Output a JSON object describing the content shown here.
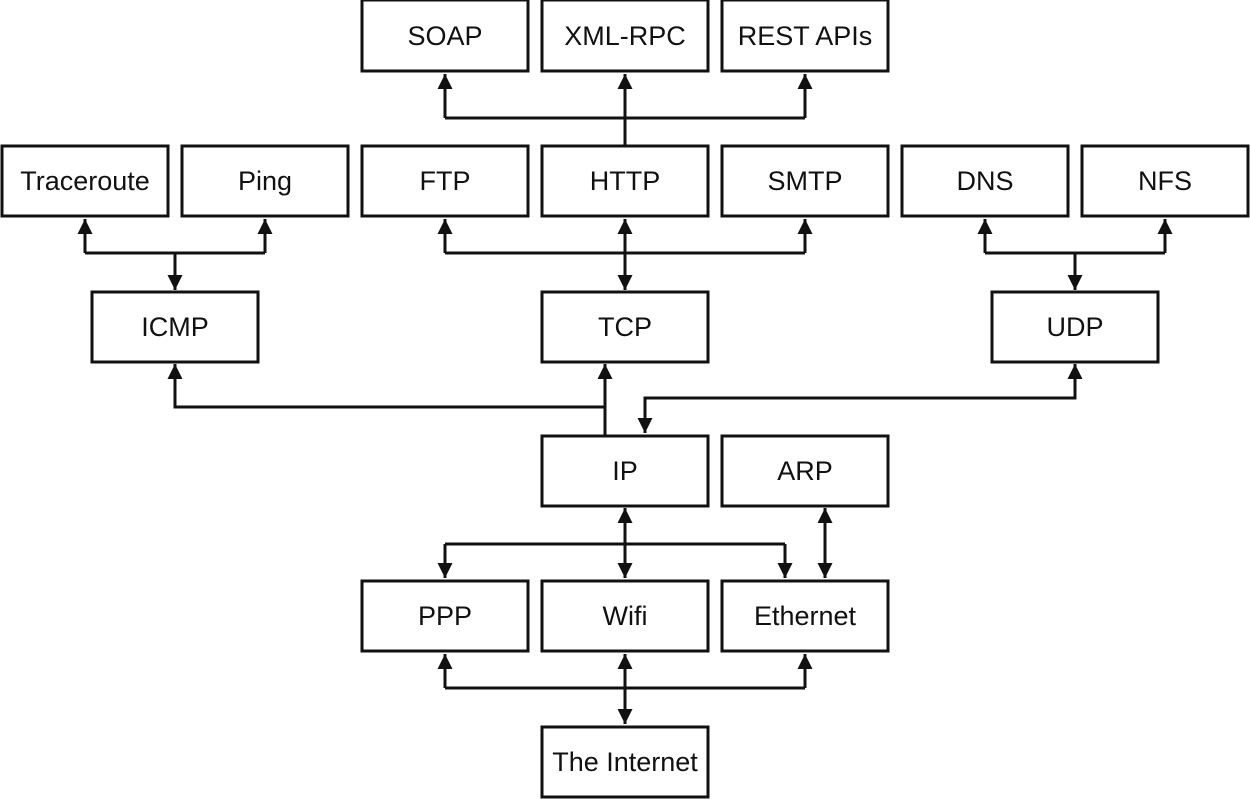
{
  "nodes": {
    "soap": "SOAP",
    "xml_rpc": "XML-RPC",
    "rest_apis": "REST APIs",
    "traceroute": "Traceroute",
    "ping": "Ping",
    "ftp": "FTP",
    "http": "HTTP",
    "smtp": "SMTP",
    "dns": "DNS",
    "nfs": "NFS",
    "icmp": "ICMP",
    "tcp": "TCP",
    "udp": "UDP",
    "ip": "IP",
    "arp": "ARP",
    "ppp": "PPP",
    "wifi": "Wifi",
    "ethernet": "Ethernet",
    "internet": "The Internet"
  },
  "edges": [
    {
      "from": "http",
      "to": "soap"
    },
    {
      "from": "http",
      "to": "xml_rpc"
    },
    {
      "from": "http",
      "to": "rest_apis"
    },
    {
      "from": "icmp",
      "to": "traceroute"
    },
    {
      "from": "icmp",
      "to": "ping"
    },
    {
      "from": "tcp",
      "to": "ftp"
    },
    {
      "from": "tcp",
      "to": "http"
    },
    {
      "from": "tcp",
      "to": "smtp"
    },
    {
      "from": "udp",
      "to": "dns"
    },
    {
      "from": "udp",
      "to": "nfs"
    },
    {
      "from": "ip",
      "to": "icmp"
    },
    {
      "from": "ip",
      "to": "tcp"
    },
    {
      "from": "ip",
      "to": "udp"
    },
    {
      "from": "ip",
      "to": "ppp"
    },
    {
      "from": "ip",
      "to": "wifi"
    },
    {
      "from": "ip",
      "to": "ethernet"
    },
    {
      "from": "arp",
      "to": "ethernet"
    },
    {
      "from": "internet",
      "to": "ppp"
    },
    {
      "from": "internet",
      "to": "wifi"
    },
    {
      "from": "internet",
      "to": "ethernet"
    }
  ]
}
